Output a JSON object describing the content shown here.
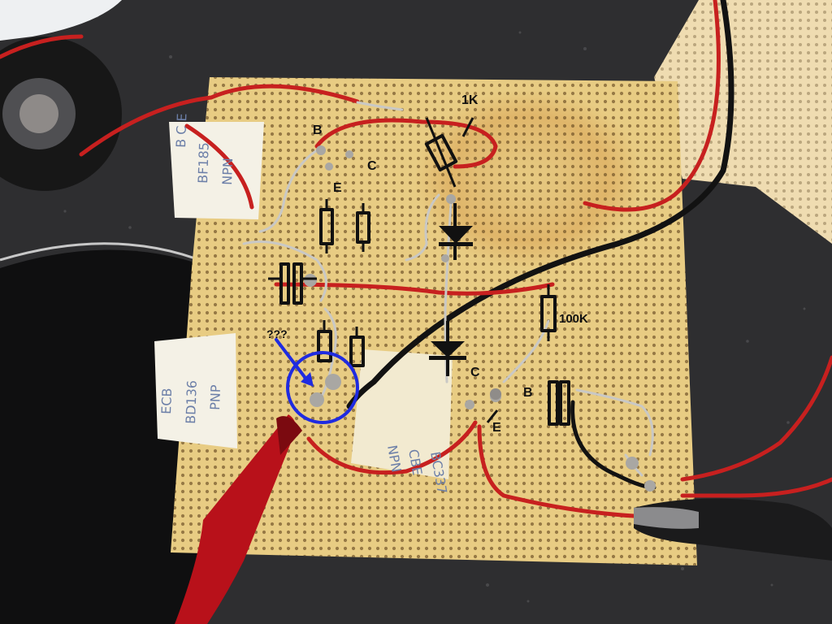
{
  "photo": {
    "description_tags": [
      "stripboard",
      "prototype-circuit"
    ],
    "colors": {
      "board": "#e8cc83",
      "background": "#2f2f31",
      "red_wire": "#c61f1f",
      "black_wire": "#151515",
      "annotation_blue": "#1f2be0",
      "annotation_black": "#111111"
    }
  },
  "labels": {
    "note_left_top": [
      "B C E",
      "BF185",
      "NPN"
    ],
    "note_left_bottom": [
      "ECB",
      "BD136",
      "PNP"
    ],
    "note_center": [
      "BC337",
      "CBE",
      "NPN"
    ],
    "upper_b": "B",
    "upper_c": "C",
    "upper_e": "E",
    "resistor_top": "1K",
    "question": "???",
    "lower_c": "C",
    "lower_b": "B",
    "lower_e": "E",
    "resistor_right": "100K"
  }
}
